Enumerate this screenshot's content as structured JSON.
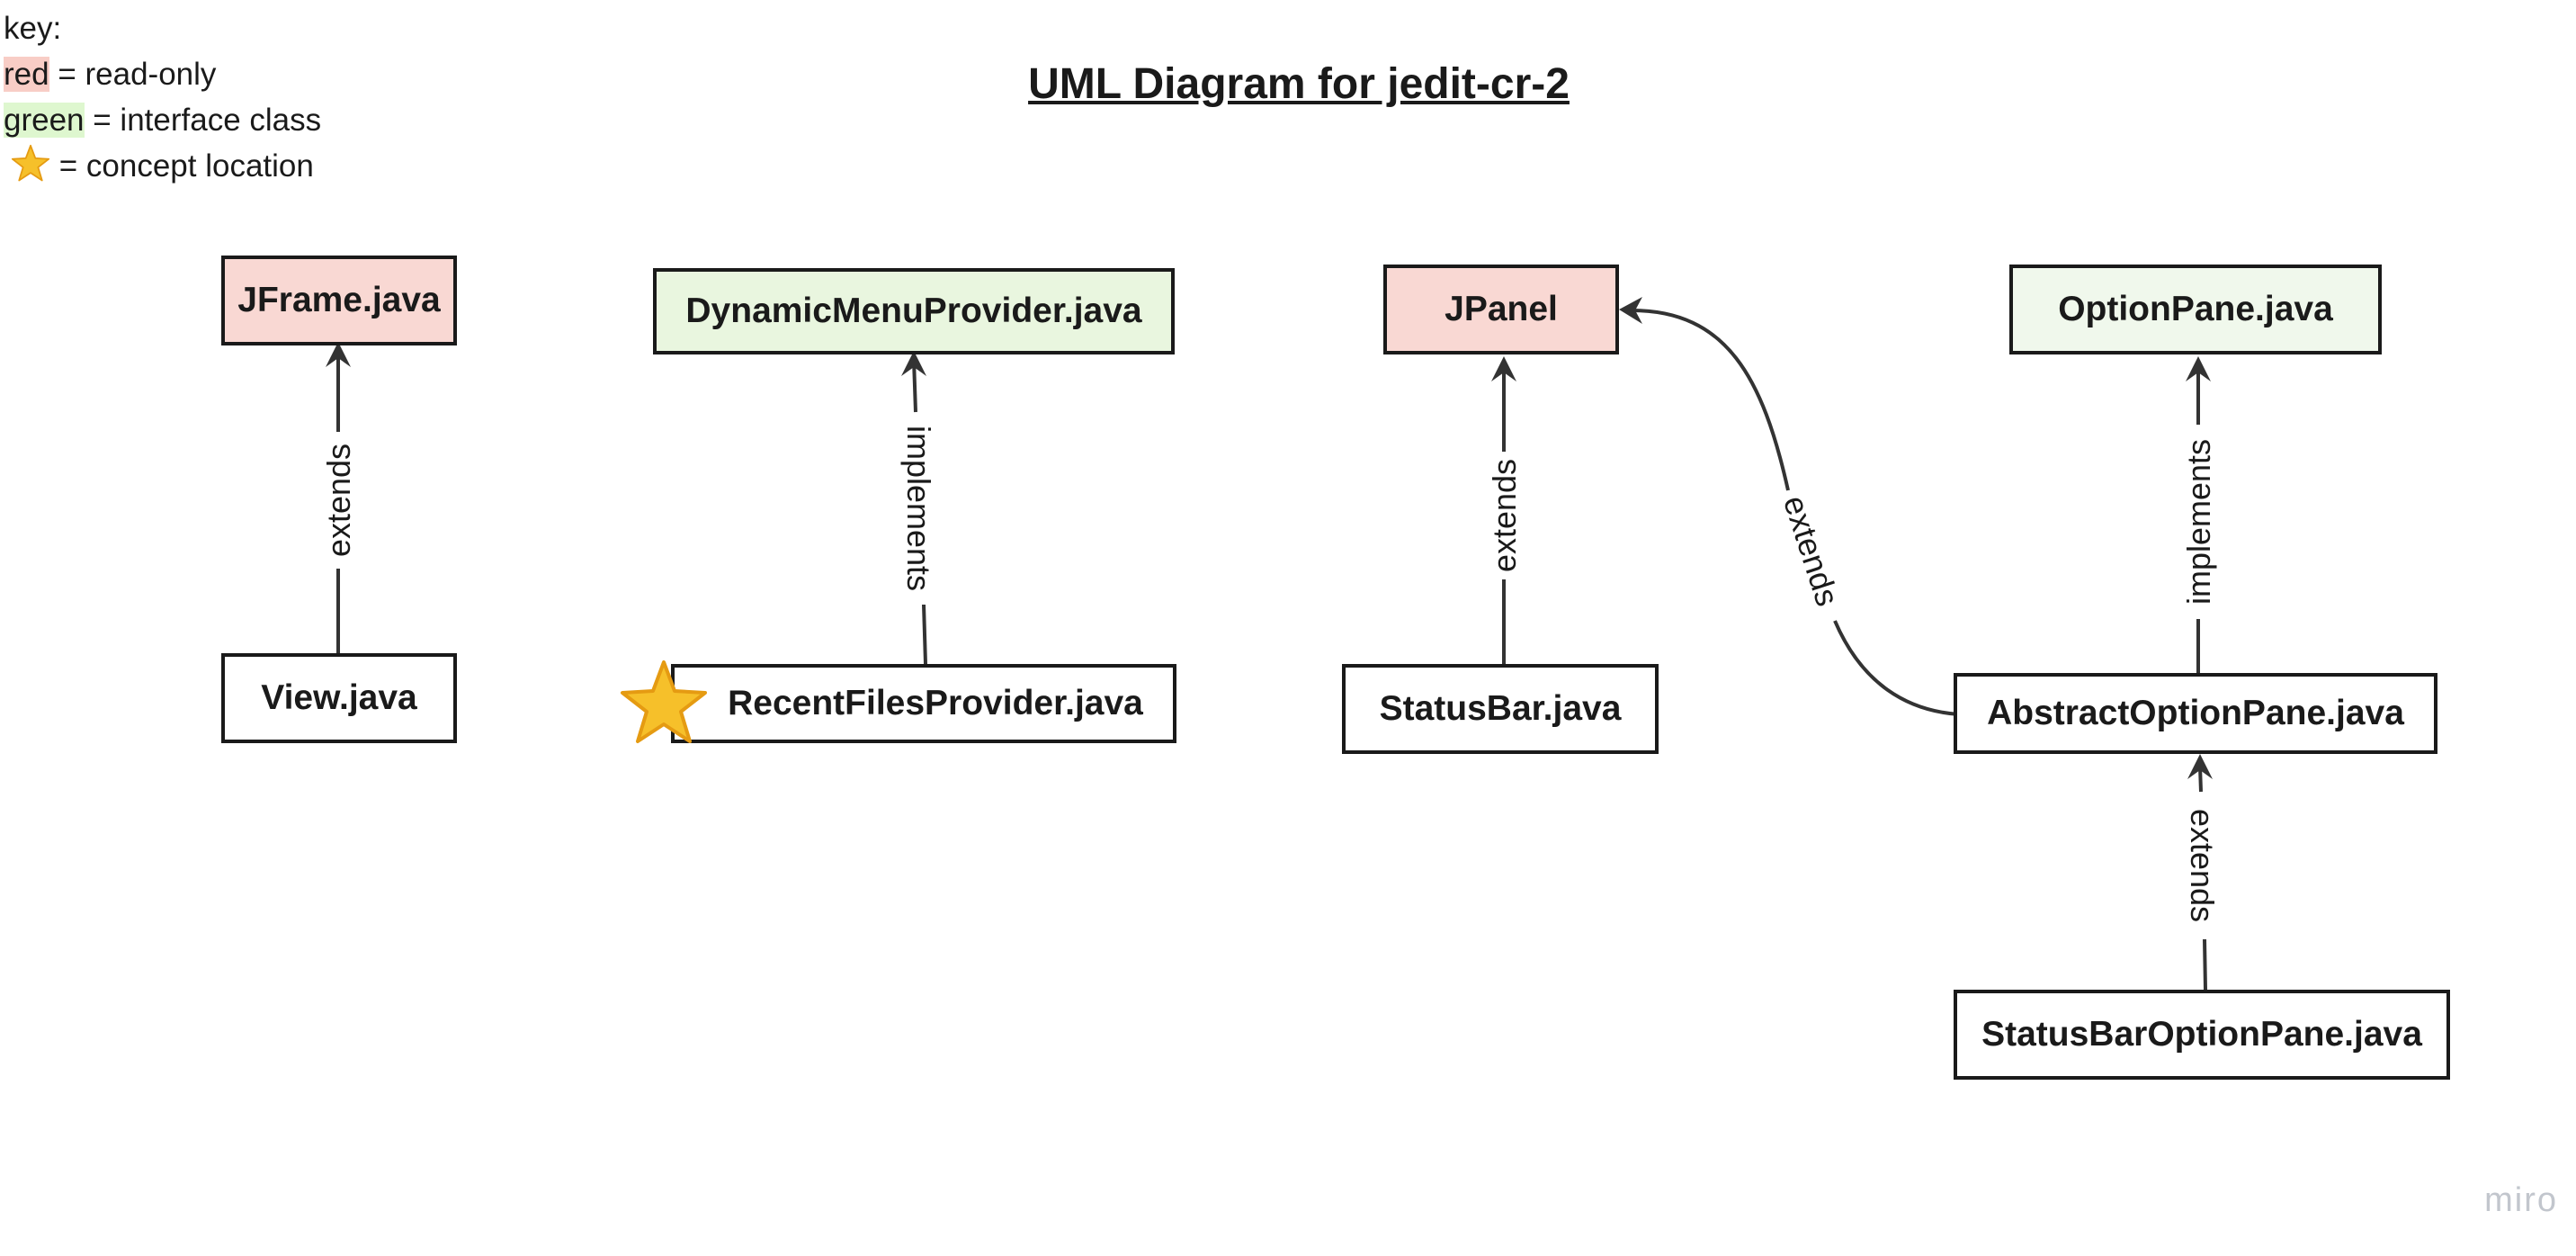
{
  "legend": {
    "heading": "key:",
    "red_word": "red",
    "red_desc": " = read-only",
    "green_word": "green",
    "green_desc": " = interface class",
    "star_desc": " = concept location"
  },
  "title": "UML Diagram for jedit-cr-2",
  "nodes": {
    "jframe": "JFrame.java",
    "view": "View.java",
    "dynamic_menu_provider": "DynamicMenuProvider.java",
    "recent_files_provider": "RecentFilesProvider.java",
    "jpanel": "JPanel",
    "status_bar": "StatusBar.java",
    "option_pane": "OptionPane.java",
    "abstract_option_pane": "AbstractOptionPane.java",
    "status_bar_option_pane": "StatusBarOptionPane.java"
  },
  "edges": {
    "view_jframe": "extends",
    "recent_dynamic": "implements",
    "statusbar_jpanel": "extends",
    "abstract_jpanel": "extends",
    "abstract_optionpane": "implements",
    "statusbaroption_abstract": "extends"
  },
  "colors": {
    "read_only": "#f9d8d3",
    "interface": "#e9f6df",
    "line": "#333333",
    "star": "#f6c02a"
  },
  "icons": {
    "concept_location": "star-icon",
    "watermark": "miro-logo"
  },
  "watermark": "miro"
}
